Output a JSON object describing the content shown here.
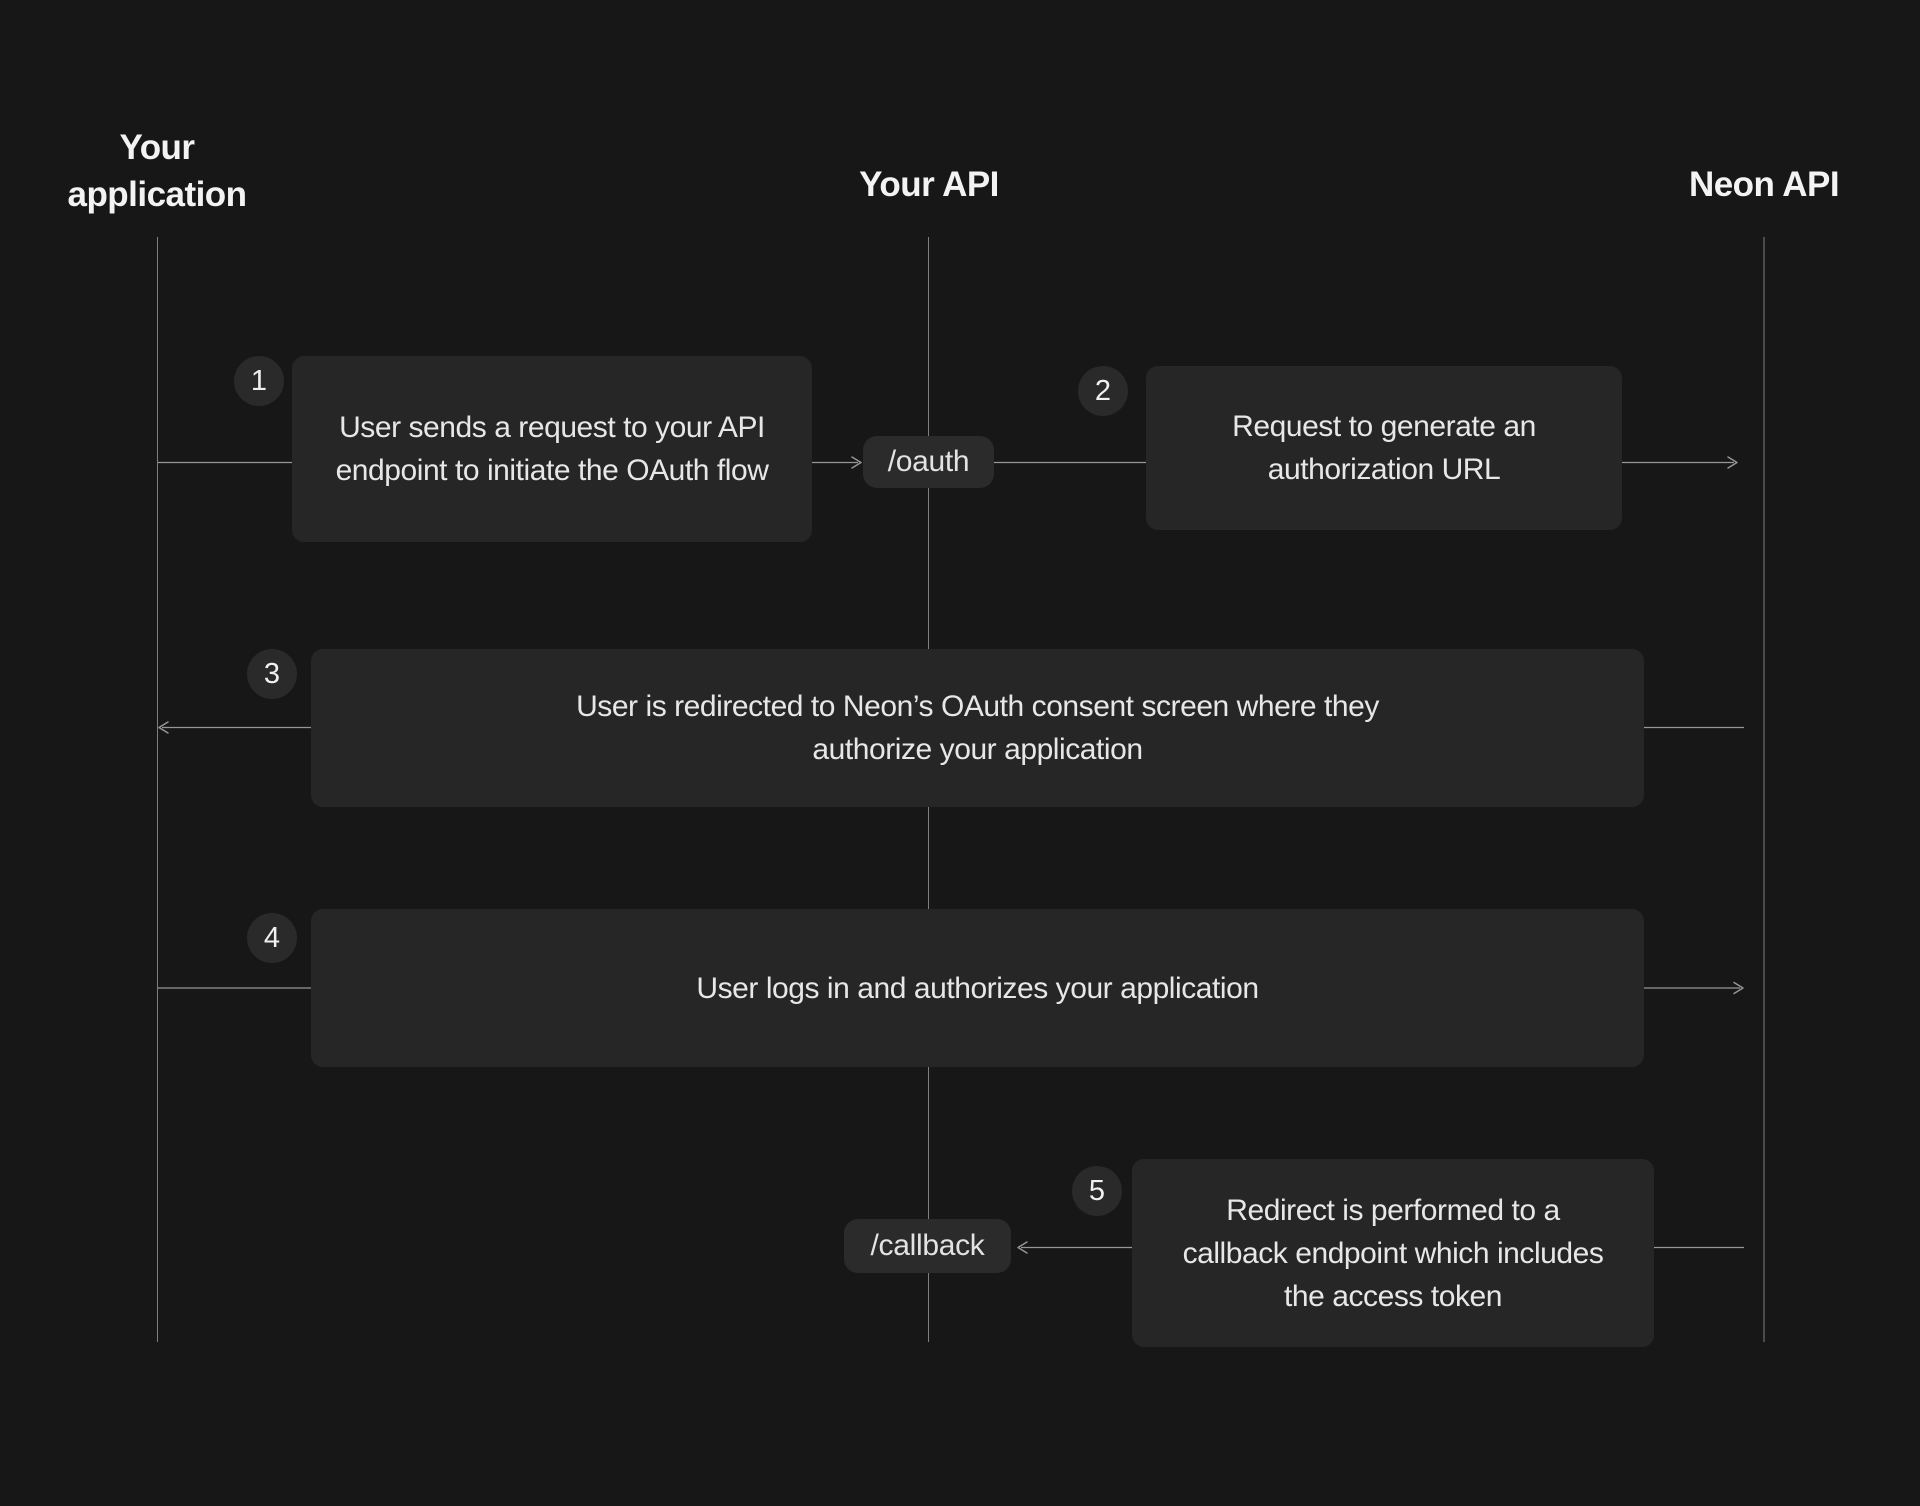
{
  "colors": {
    "background": "#171717",
    "box_fill": "#262626",
    "endpoint_fill": "#2b2b2b",
    "badge_fill": "#2a2a2a",
    "text_primary": "#e7e7e7",
    "heading": "#f3f3f3",
    "lifeline": "#7f7f7f",
    "arrow": "#969696",
    "badge_text": "#f0f0f0",
    "endpoint_text": "#e3e3e3"
  },
  "actors": [
    {
      "id": "your-application",
      "label": "Your application"
    },
    {
      "id": "your-api",
      "label": "Your API"
    },
    {
      "id": "neon-api",
      "label": "Neon API"
    }
  ],
  "endpoints": [
    {
      "label": "/oauth"
    },
    {
      "label": "/callback"
    }
  ],
  "steps": [
    {
      "num": "1",
      "text": "User sends a request to your API endpoint to initiate the OAuth flow"
    },
    {
      "num": "2",
      "text": "Request to generate an authorization URL"
    },
    {
      "num": "3",
      "text": "User is redirected to Neon’s OAuth consent screen where they authorize your application"
    },
    {
      "num": "4",
      "text": "User logs in and authorizes your application"
    },
    {
      "num": "5",
      "text": "Redirect is performed to a callback endpoint which includes the access token"
    }
  ]
}
